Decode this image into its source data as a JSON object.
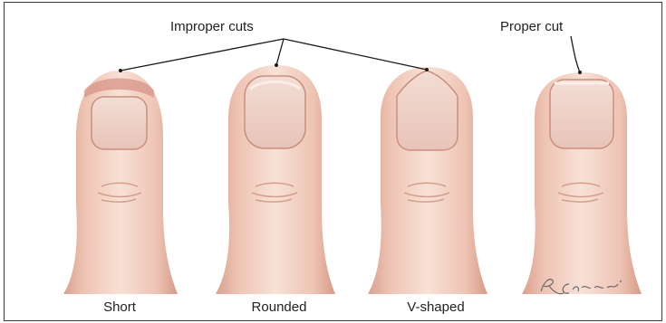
{
  "labels": {
    "improper_cuts": "Improper cuts",
    "proper_cut": "Proper cut",
    "short": "Short",
    "rounded": "Rounded",
    "v_shaped": "V-shaped"
  },
  "signature": "R. Cannon",
  "colors": {
    "skin_light": "#f6dcd0",
    "skin_mid": "#eec3b3",
    "skin_shadow": "#d99f8c",
    "nail": "#efd2c9",
    "nail_edge": "#c98f7f",
    "leader_line": "#1a1a1a",
    "border": "#3a3a3a"
  }
}
